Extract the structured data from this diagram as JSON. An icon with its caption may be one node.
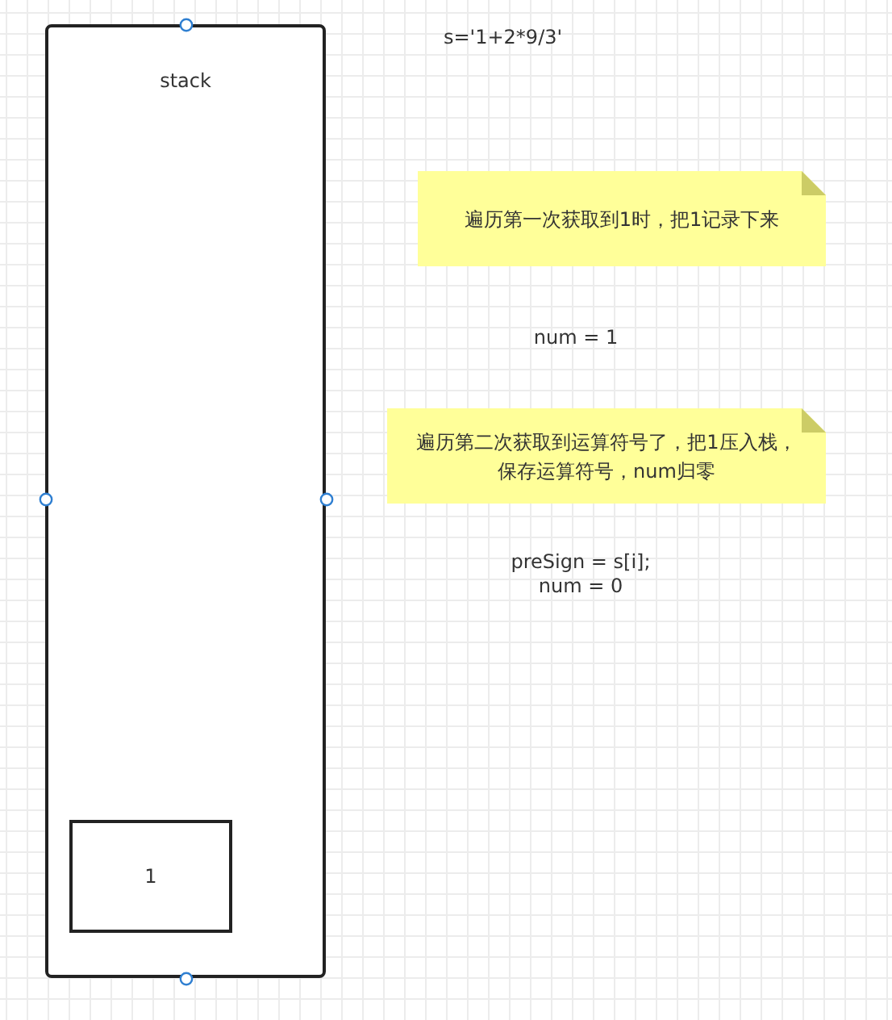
{
  "diagram": {
    "nodes": [
      {
        "text": [
          "stack"
        ]
      },
      {
        "text": [
          "1"
        ],
        "in": 0
      },
      {
        "text": [
          "遍历第一次获取到1时，把1记录下来"
        ]
      },
      {
        "text": [
          "遍历第二次获取到运算符号了，把1压入栈，保存运算符号，num归零"
        ]
      }
    ],
    "labels": [
      "s='1+2*9/3'",
      "num = 1",
      "preSign = s[i]; num = 0"
    ]
  }
}
